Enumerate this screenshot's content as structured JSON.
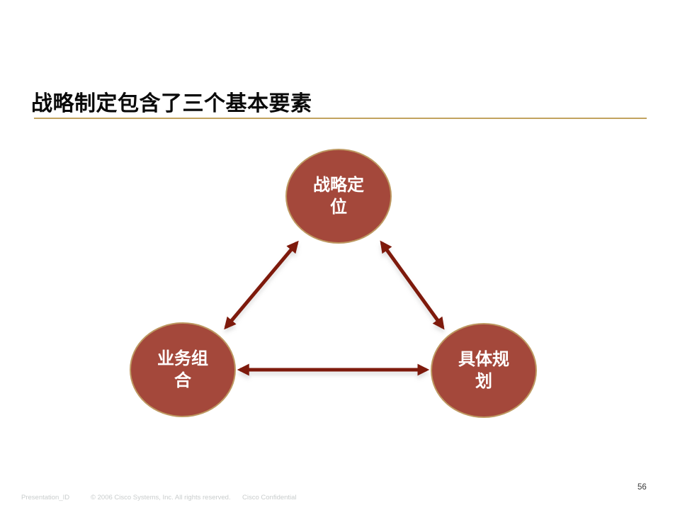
{
  "slide": {
    "title": "战略制定包含了三个基本要素",
    "page_number": "56",
    "footer": {
      "presentation_id": "Presentation_ID",
      "copyright": "© 2006 Cisco Systems, Inc. All rights reserved.",
      "confidential": "Cisco Confidential"
    },
    "colors": {
      "title_text": "#0A0A0A",
      "title_underline": "#C2A35F",
      "node_fill": "#A4483B",
      "node_border": "#BD9861",
      "node_text": "#FFFFFF",
      "arrow": "#7E1A0C",
      "footer_text": "#C9CDCD",
      "page_number": "#3A3A3A"
    }
  },
  "diagram": {
    "nodes": [
      {
        "id": "strategic-positioning",
        "label": "战略定位"
      },
      {
        "id": "business-portfolio",
        "label": "业务组合"
      },
      {
        "id": "specific-planning",
        "label": "具体规划"
      }
    ],
    "connections": [
      {
        "from": "strategic-positioning",
        "to": "business-portfolio",
        "style": "double-arrow"
      },
      {
        "from": "strategic-positioning",
        "to": "specific-planning",
        "style": "double-arrow"
      },
      {
        "from": "business-portfolio",
        "to": "specific-planning",
        "style": "double-arrow"
      }
    ]
  }
}
